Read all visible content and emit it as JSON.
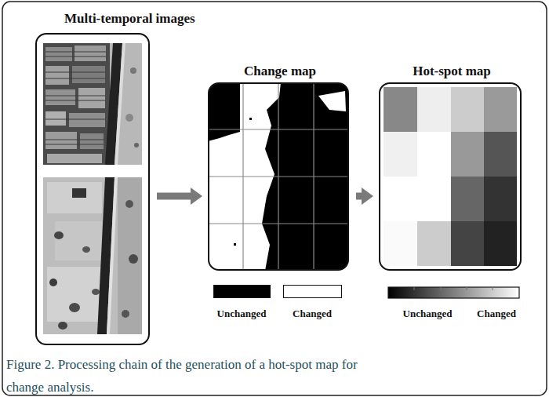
{
  "diagram": {
    "caption": "Figure 2. Processing chain of the generation of a hot-spot map for change analysis.",
    "nodes": [
      {
        "text": [
          "Multi-temporal images"
        ]
      },
      {
        "text": [
          "Change map"
        ]
      },
      {
        "text": [
          "Hot-spot map"
        ]
      }
    ],
    "edges": [
      {
        "from": 0,
        "to": 1,
        "arrow": "to"
      },
      {
        "from": 1,
        "to": 2,
        "arrow": "to"
      }
    ],
    "labels": [
      "Unchanged",
      "Changed"
    ],
    "legend": [
      {
        "text": "Unchanged",
        "color": "#000000"
      },
      {
        "text": "Changed",
        "color": "#ffffff"
      }
    ]
  }
}
